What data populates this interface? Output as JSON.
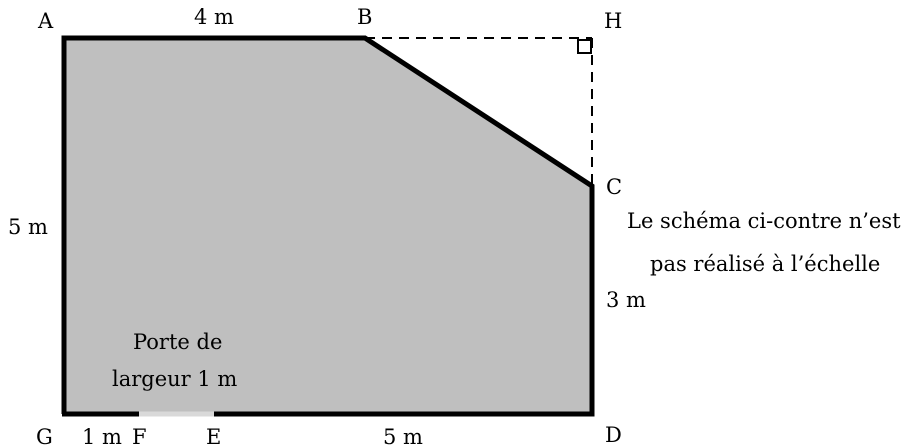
{
  "points": {
    "A": "A",
    "B": "B",
    "H": "H",
    "C": "C",
    "D": "D",
    "E": "E",
    "F": "F",
    "G": "G"
  },
  "lengths": {
    "AB": "4 m",
    "AG": "5 m",
    "CD": "3 m",
    "GF": "1 m",
    "ED": "5 m"
  },
  "door_label": [
    "Porte de",
    "largeur 1 m"
  ],
  "note": [
    "Le schéma ci-contre n’est",
    "pas réalisé à l’échelle"
  ],
  "colors": {
    "fill": "#bfbfbf",
    "stroke": "#000000",
    "door": "#bfbfbf"
  }
}
